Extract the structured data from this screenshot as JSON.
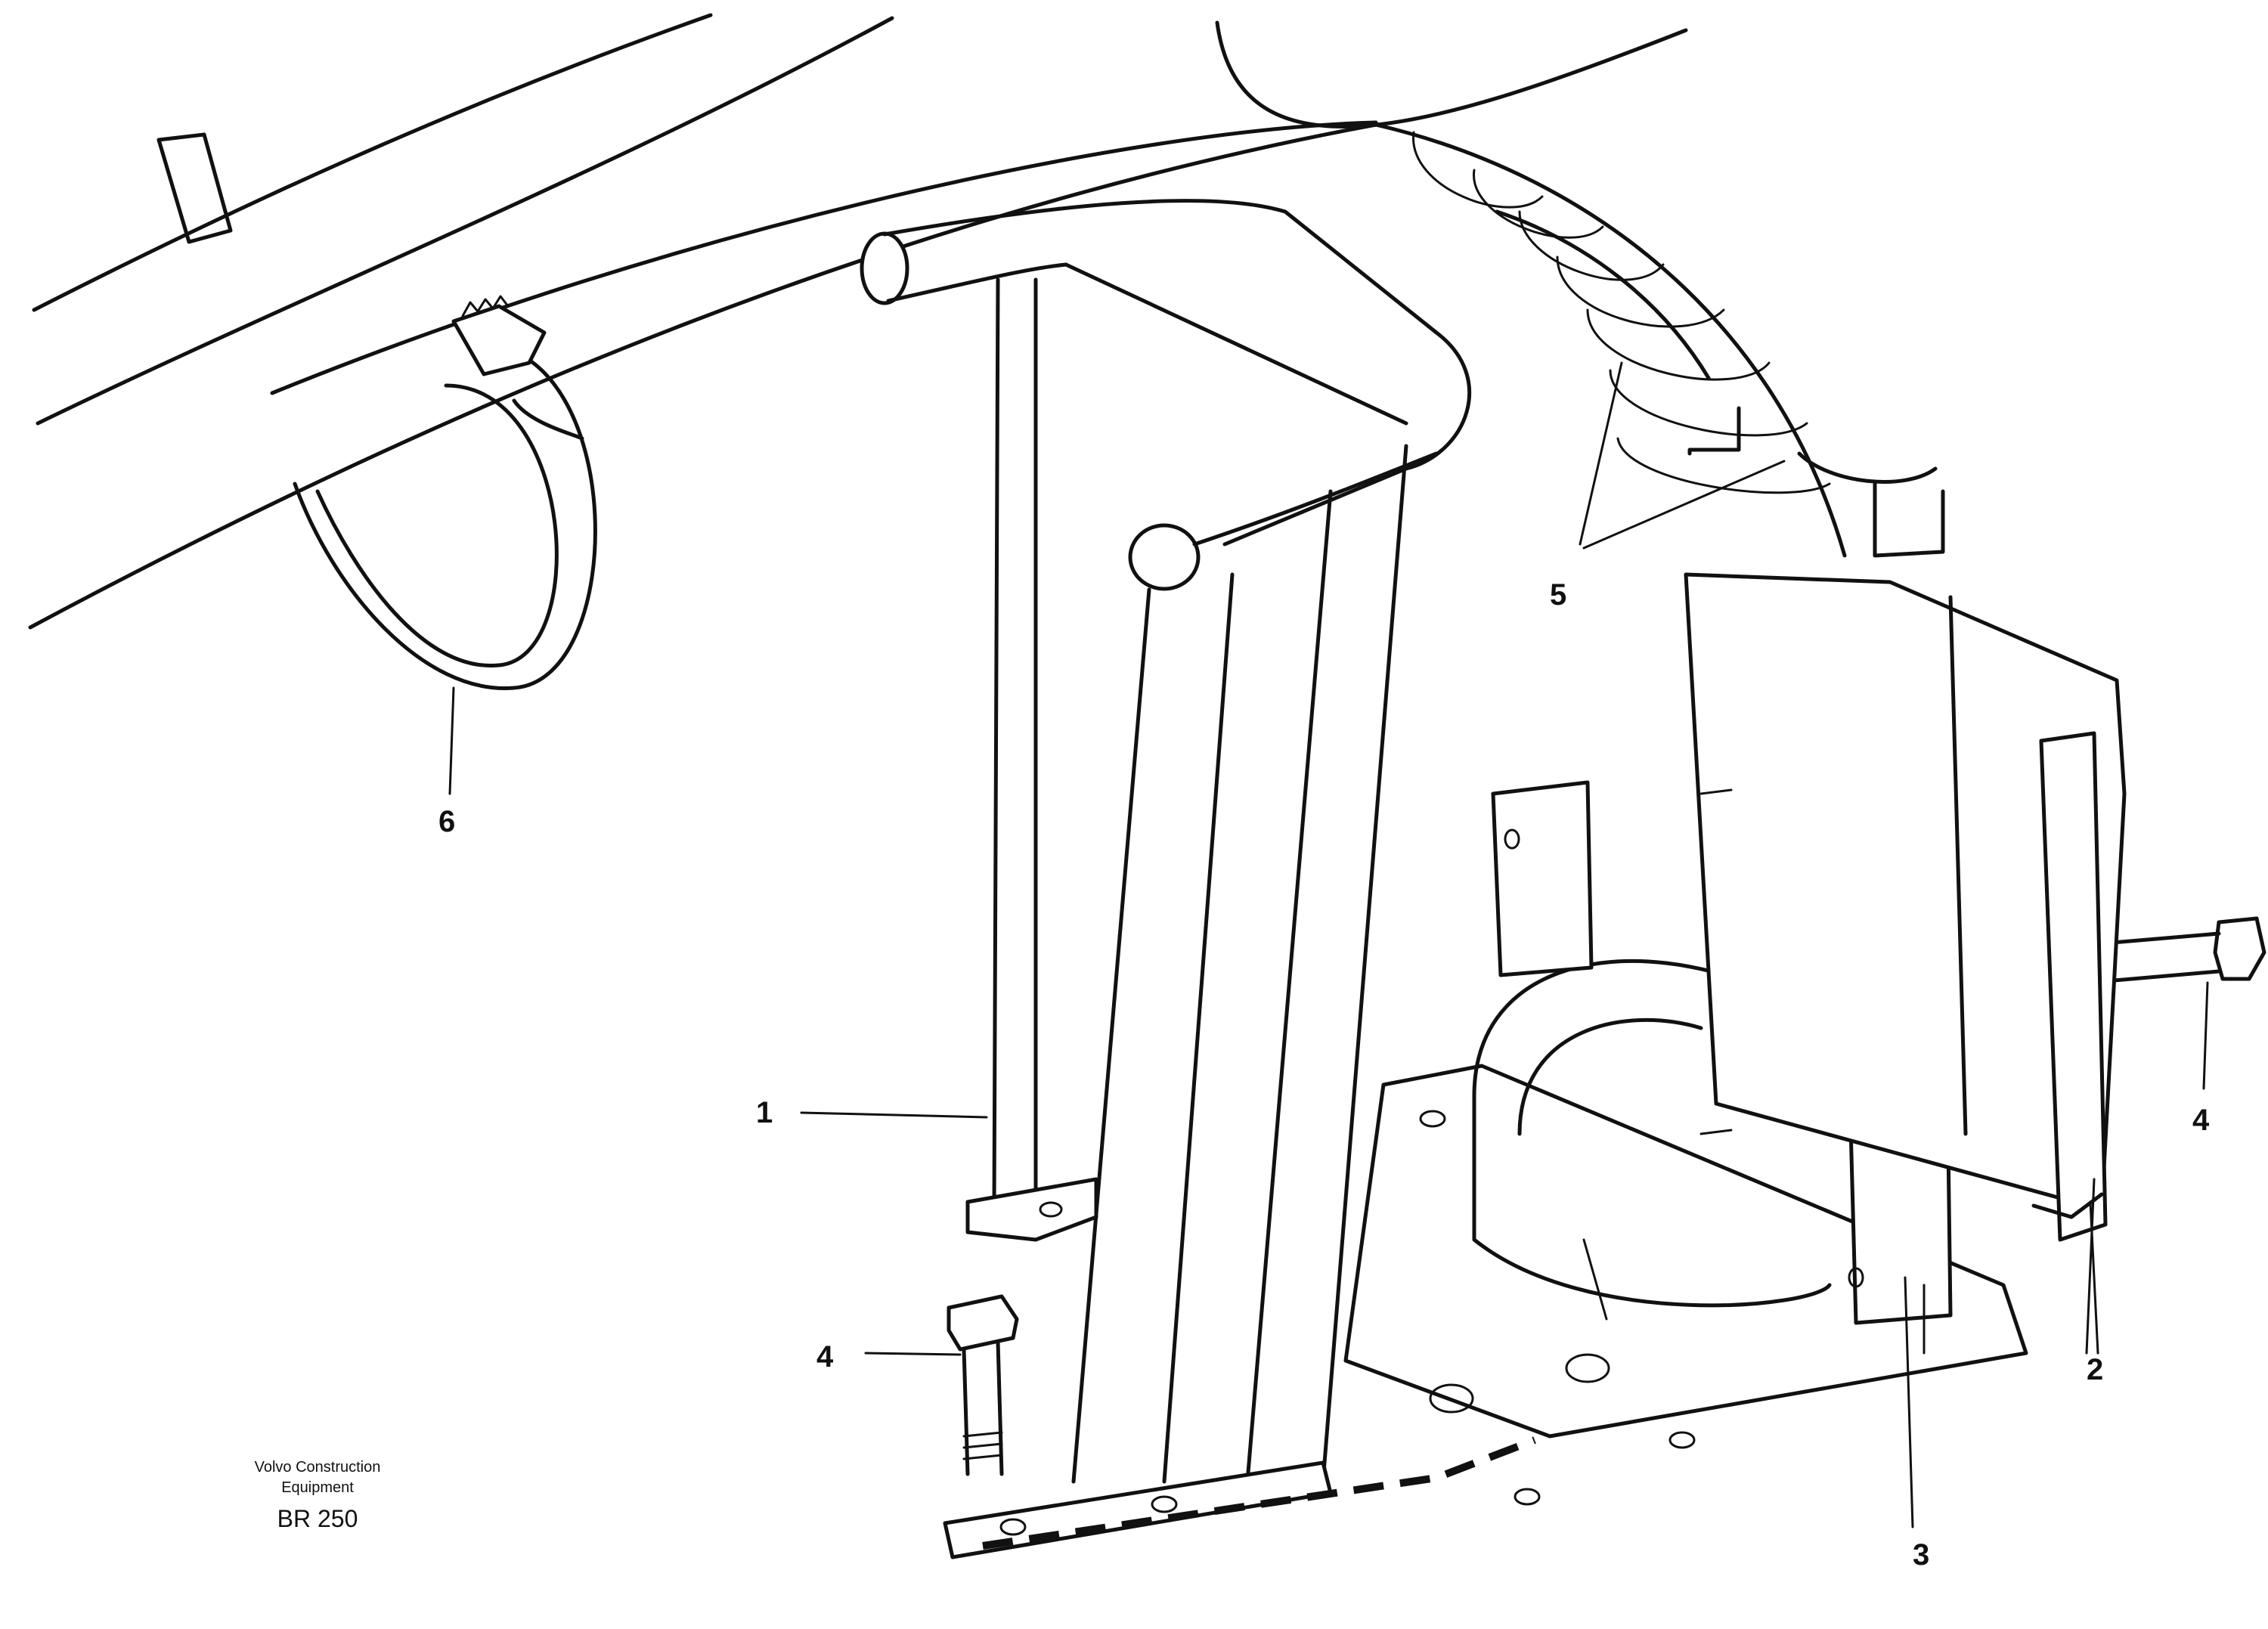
{
  "callouts": {
    "c1": "1",
    "c2": "2",
    "c3": "3",
    "c4a": "4",
    "c4b": "4",
    "c5": "5",
    "c6": "6"
  },
  "footer": {
    "brand_line1": "Volvo Construction",
    "brand_line2": "Equipment",
    "model": "BR 250"
  }
}
